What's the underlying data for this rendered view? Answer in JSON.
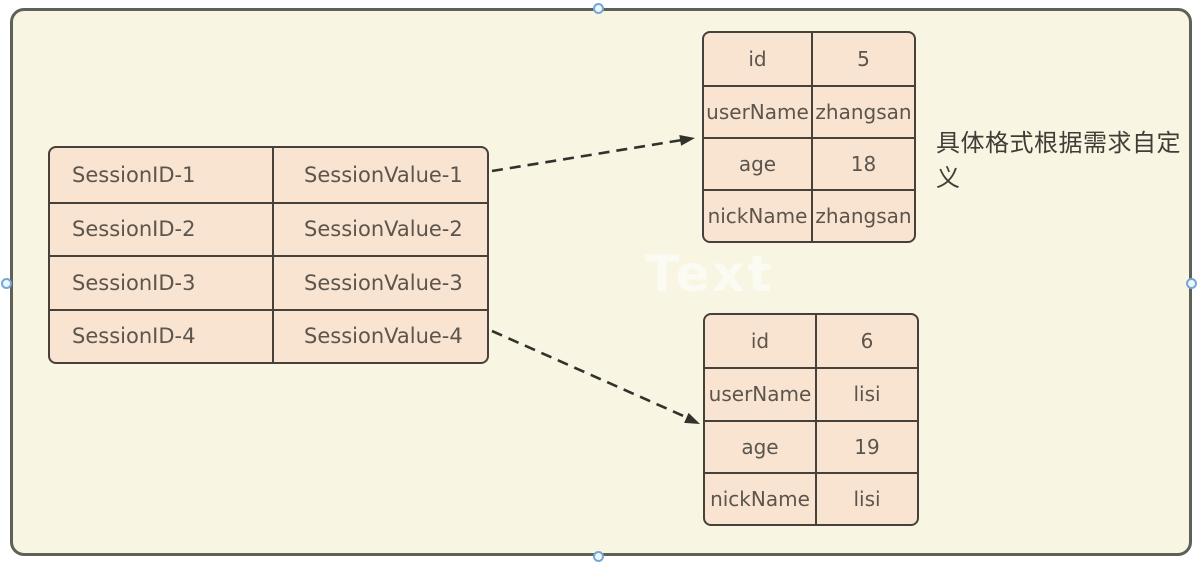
{
  "canvas": {
    "watermark": "Text",
    "annotation": "具体格式根据需求自定义",
    "colors": {
      "page_background": "#ffffff",
      "canvas_background": "#f8f5e2",
      "frame_border": "#5d6157",
      "shape_fill": "#f9e3d1",
      "shape_border": "#46423b",
      "shape_text": "#5c554c",
      "arrow": "#33312c",
      "handle_border": "#74a7d8",
      "handle_fill": "#eef5fc"
    }
  },
  "session_table": {
    "rows": [
      [
        "SessionID-1",
        "SessionValue-1"
      ],
      [
        "SessionID-2",
        "SessionValue-2"
      ],
      [
        "SessionID-3",
        "SessionValue-3"
      ],
      [
        "SessionID-4",
        "SessionValue-4"
      ]
    ]
  },
  "user_table_top": {
    "rows": [
      [
        "id",
        "5"
      ],
      [
        "userName",
        "zhangsan"
      ],
      [
        "age",
        "18"
      ],
      [
        "nickName",
        "zhangsan"
      ]
    ]
  },
  "user_table_bottom": {
    "rows": [
      [
        "id",
        "6"
      ],
      [
        "userName",
        "lisi"
      ],
      [
        "age",
        "19"
      ],
      [
        "nickName",
        "lisi"
      ]
    ]
  }
}
